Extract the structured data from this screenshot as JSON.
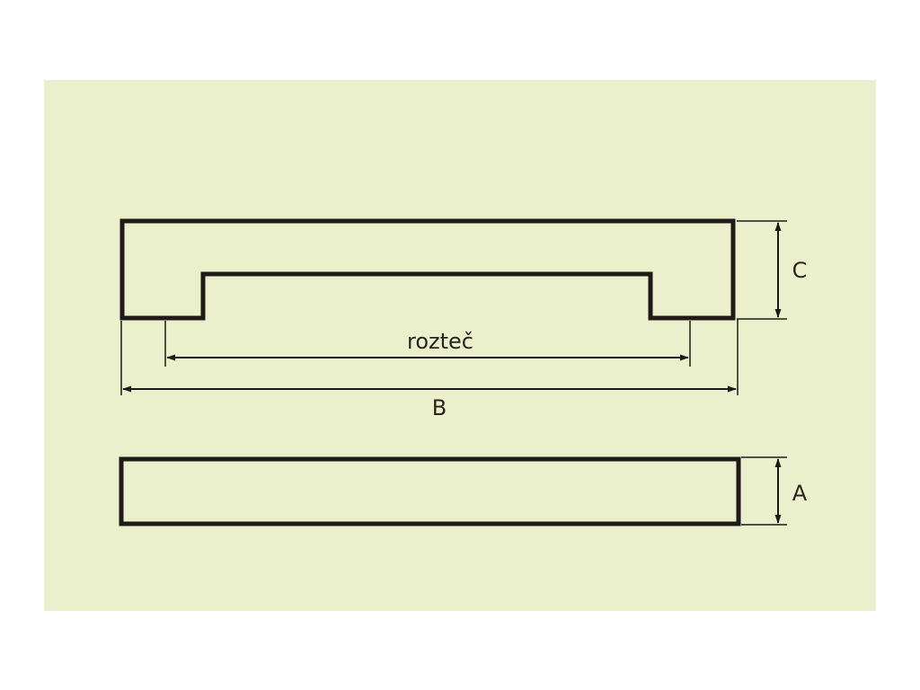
{
  "diagram": {
    "labels": {
      "pitch": "rozteč",
      "length": "B",
      "height": "C",
      "depth": "A"
    },
    "colors": {
      "background": "#ebf0cc",
      "outline": "#1f1a17",
      "dimension_line": "#1f1a17",
      "text": "#2a2420"
    }
  }
}
